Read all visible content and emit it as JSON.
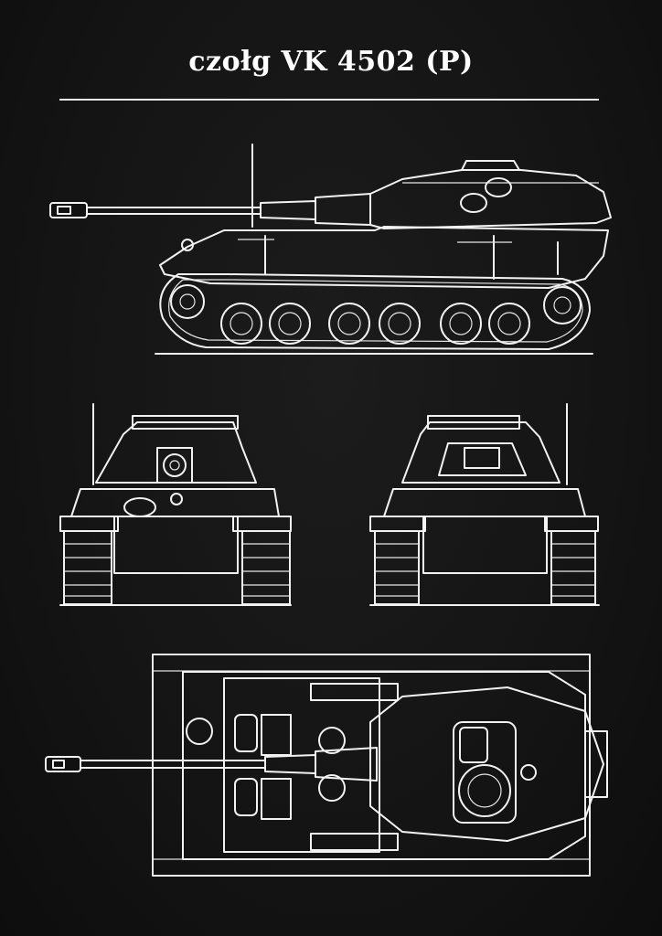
{
  "title": "czołg VK 4502 (P)",
  "colors": {
    "background": "#141414",
    "lines": "#f2f2f2"
  },
  "views": [
    "side-view",
    "front-view",
    "rear-view",
    "top-view"
  ]
}
